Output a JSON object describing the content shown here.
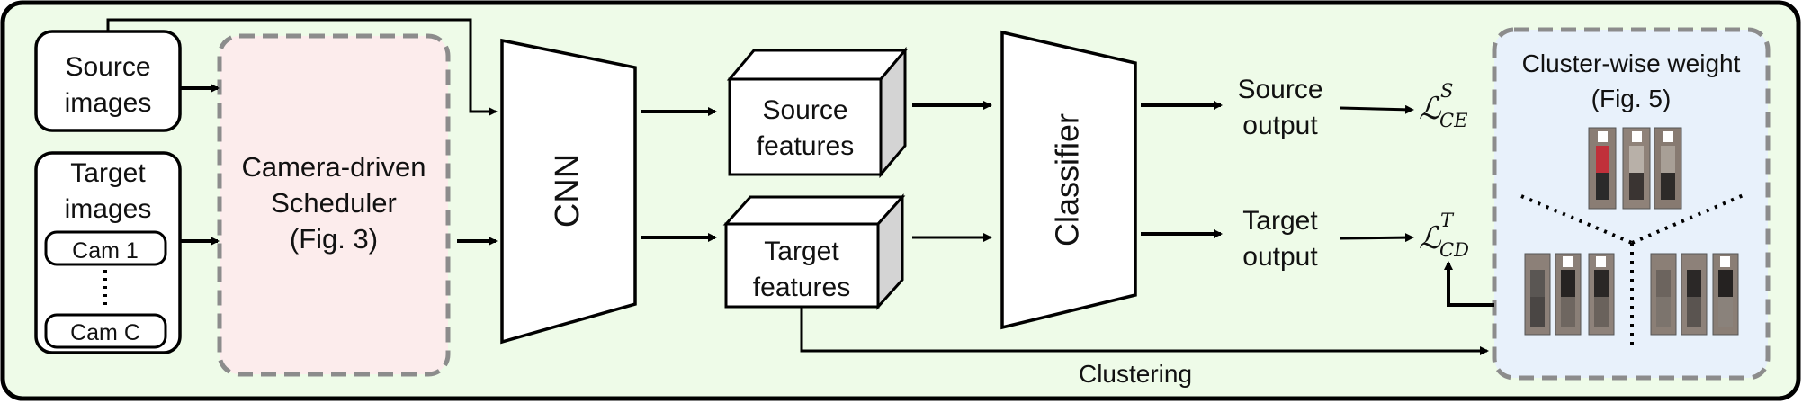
{
  "inputs": {
    "source_line1": "Source",
    "source_line2": "images",
    "target_line1": "Target",
    "target_line2": "images",
    "cam_first": "Cam 1",
    "cam_last": "Cam C"
  },
  "scheduler": {
    "line1": "Camera-driven",
    "line2": "Scheduler",
    "line3": "(Fig. 3)"
  },
  "cnn": {
    "label": "CNN"
  },
  "features": {
    "source_line1": "Source",
    "source_line2": "features",
    "target_line1": "Target",
    "target_line2": "features"
  },
  "classifier": {
    "label": "Classifier"
  },
  "outputs": {
    "source_line1": "Source",
    "source_line2": "output",
    "target_line1": "Target",
    "target_line2": "output"
  },
  "losses": {
    "ce_base": "ℒ",
    "ce_sup": "S",
    "ce_sub": "CE",
    "cd_base": "ℒ",
    "cd_sup": "T",
    "cd_sub": "CD"
  },
  "cluster_weight": {
    "line1": "Cluster-wise weight",
    "line2": "(Fig. 5)"
  },
  "clustering": {
    "label": "Clustering"
  },
  "colors": {
    "frame_bg": "#eefbe8",
    "scheduler_bg": "#fcecec",
    "cluster_panel_bg": "#e8f1fb",
    "dashed_border": "#8c8c8c",
    "cube_side": "#d4d4d4"
  }
}
